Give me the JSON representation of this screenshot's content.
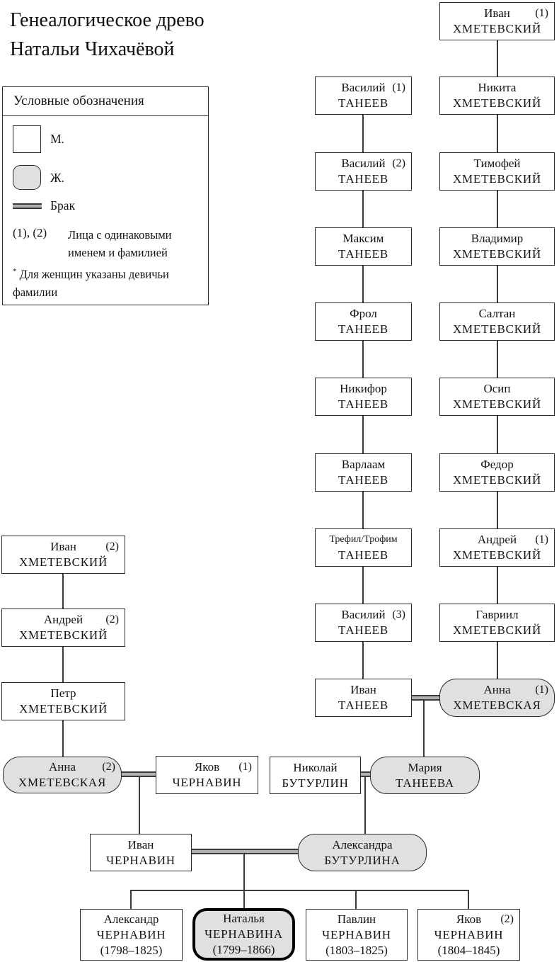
{
  "title": {
    "line1": "Генеалогическое древо",
    "line2": "Натальи Чихачёвой"
  },
  "legend": {
    "header": "Условные обозначения",
    "male_label": "М.",
    "female_label": "Ж.",
    "marriage_label": "Брак",
    "numbers_key": "(1), (2)",
    "numbers_note_line1": "Лица с одинаковыми",
    "numbers_note_line2": "именем и фамилией",
    "footnote_star": "*",
    "footnote_line1": "Для женщин указаны девичьи",
    "footnote_line2": "фамилии"
  },
  "colors": {
    "male_fill": "#ffffff",
    "female_fill": "#e0e0e0",
    "marriage_fill": "#b0b0b0",
    "line": "#3a3a3a",
    "focus_border": "#000000"
  },
  "symbols": {
    "male_icon": "white-rectangle",
    "female_icon": "gray-rounded-rectangle",
    "marriage_icon": "double-gray-bar"
  },
  "people": {
    "ivan_khm_1": {
      "first": "Иван",
      "num": "(1)",
      "last": "ХМЕТЕВСКИЙ"
    },
    "nikita_khm": {
      "first": "Никита",
      "last": "ХМЕТЕВСКИЙ"
    },
    "timofey_khm": {
      "first": "Тимофей",
      "last": "ХМЕТЕВСКИЙ"
    },
    "vladimir_khm": {
      "first": "Владимир",
      "last": "ХМЕТЕВСКИЙ"
    },
    "saltan_khm": {
      "first": "Салтан",
      "last": "ХМЕТЕВСКИЙ"
    },
    "osip_khm": {
      "first": "Осип",
      "last": "ХМЕТЕВСКИЙ"
    },
    "fedor_khm": {
      "first": "Федор",
      "last": "ХМЕТЕВСКИЙ"
    },
    "andrey_khm_1": {
      "first": "Андрей",
      "num": "(1)",
      "last": "ХМЕТЕВСКИЙ"
    },
    "gavriil_khm": {
      "first": "Гавриил",
      "last": "ХМЕТЕВСКИЙ"
    },
    "anna_khm_1": {
      "first": "Анна",
      "num": "(1)",
      "last": "ХМЕТЕВСКАЯ"
    },
    "vasiliy_tan_1": {
      "first": "Василий",
      "num": "(1)",
      "last": "ТАНЕЕВ"
    },
    "vasiliy_tan_2": {
      "first": "Василий",
      "num": "(2)",
      "last": "ТАНЕЕВ"
    },
    "maksim_tan": {
      "first": "Максим",
      "last": "ТАНЕЕВ"
    },
    "frol_tan": {
      "first": "Фрол",
      "last": "ТАНЕЕВ"
    },
    "nikifor_tan": {
      "first": "Никифор",
      "last": "ТАНЕЕВ"
    },
    "varlaam_tan": {
      "first": "Варлаам",
      "last": "ТАНЕЕВ"
    },
    "trefil_tan": {
      "first": "Трефил/Трофим",
      "last": "ТАНЕЕВ"
    },
    "vasiliy_tan_3": {
      "first": "Василий",
      "num": "(3)",
      "last": "ТАНЕЕВ"
    },
    "ivan_tan": {
      "first": "Иван",
      "last": "ТАНЕЕВ"
    },
    "ivan_khm_2": {
      "first": "Иван",
      "num": "(2)",
      "last": "ХМЕТЕВСКИЙ"
    },
    "andrey_khm_2": {
      "first": "Андрей",
      "num": "(2)",
      "last": "ХМЕТЕВСКИЙ"
    },
    "petr_khm": {
      "first": "Петр",
      "last": "ХМЕТЕВСКИЙ"
    },
    "anna_khm_2": {
      "first": "Анна",
      "num": "(2)",
      "last": "ХМЕТЕВСКАЯ"
    },
    "yakov_cher_1": {
      "first": "Яков",
      "num": "(1)",
      "last": "ЧЕРНАВИН"
    },
    "nikolay_but": {
      "first": "Николай",
      "last": "БУТУРЛИН"
    },
    "maria_tan": {
      "first": "Мария",
      "last": "ТАНЕЕВА"
    },
    "ivan_cher": {
      "first": "Иван",
      "last": "ЧЕРНАВИН"
    },
    "aleksandra_but": {
      "first": "Александра",
      "last": "БУТУРЛИНА"
    },
    "aleksandr_cher": {
      "first": "Александр",
      "last": "ЧЕРНАВИН",
      "dates": "(1798–1825)"
    },
    "natalya_cher": {
      "first": "Наталья",
      "last": "ЧЕРНАВИНА",
      "dates": "(1799–1866)"
    },
    "pavlin_cher": {
      "first": "Павлин",
      "last": "ЧЕРНАВИН",
      "dates": "(1803–1825)"
    },
    "yakov_cher_2": {
      "first": "Яков",
      "num": "(2)",
      "last": "ЧЕРНАВИН",
      "dates": "(1804–1845)"
    }
  }
}
